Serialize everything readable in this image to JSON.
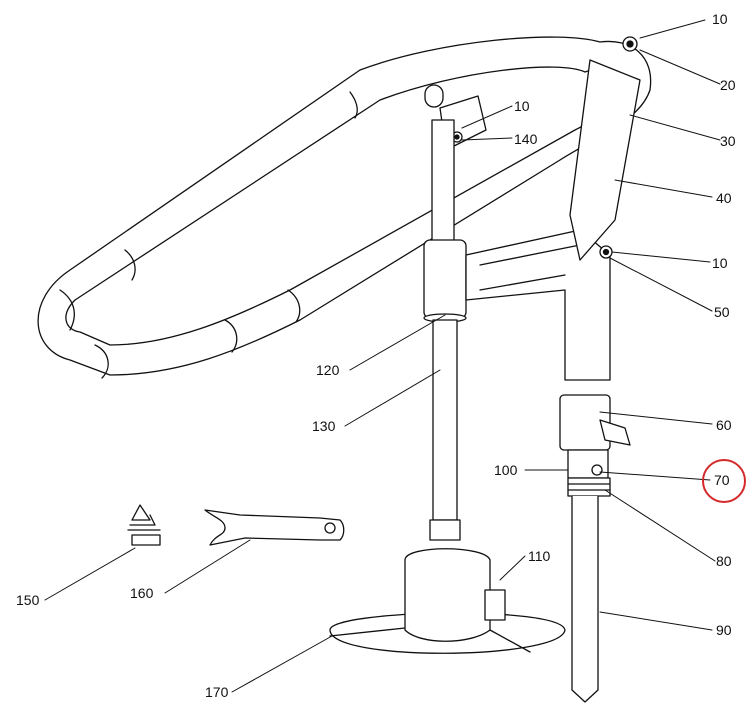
{
  "diagram": {
    "highlight_color": "#d42a2a",
    "callouts": [
      {
        "id": "c10a",
        "label": "10"
      },
      {
        "id": "c20",
        "label": "20"
      },
      {
        "id": "c30",
        "label": "30"
      },
      {
        "id": "c40",
        "label": "40"
      },
      {
        "id": "c10b",
        "label": "10"
      },
      {
        "id": "c140",
        "label": "140"
      },
      {
        "id": "c10c",
        "label": "10"
      },
      {
        "id": "c50",
        "label": "50"
      },
      {
        "id": "c60",
        "label": "60"
      },
      {
        "id": "c70",
        "label": "70",
        "highlighted": true
      },
      {
        "id": "c100",
        "label": "100"
      },
      {
        "id": "c110",
        "label": "110"
      },
      {
        "id": "c80",
        "label": "80"
      },
      {
        "id": "c90",
        "label": "90"
      },
      {
        "id": "c120",
        "label": "120"
      },
      {
        "id": "c130",
        "label": "130"
      },
      {
        "id": "c150",
        "label": "150"
      },
      {
        "id": "c160",
        "label": "160"
      },
      {
        "id": "c170",
        "label": "170"
      }
    ]
  }
}
